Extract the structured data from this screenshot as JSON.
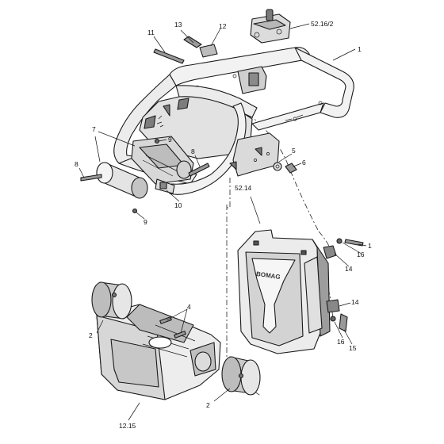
{
  "callouts": {
    "frame": "1",
    "frame_bolt": "1",
    "wheel_left": "2",
    "wheel_right": "2",
    "bolts_housing": "4",
    "washer": "5",
    "nut": "6",
    "bumper": "7",
    "bolt_left": "8",
    "bolt_center": "8",
    "pin_top": "9",
    "pin_bottom": "9",
    "bracket": "10",
    "screw_top": "11",
    "clamp": "12",
    "wingnut": "13",
    "clip_upper": "14",
    "clip_lower": "14",
    "screw_lower": "15",
    "nut_upper": "16",
    "nut_lower": "16",
    "ref_top": "52.16/2",
    "ref_shroud": "52.14",
    "ref_housing": "12.15"
  },
  "brand_text": "BOMAG",
  "colors": {
    "line": "#1a1a1a",
    "fill_light": "#efefef",
    "fill_mid": "#cfcfcf",
    "fill_dark": "#9a9a9a"
  }
}
